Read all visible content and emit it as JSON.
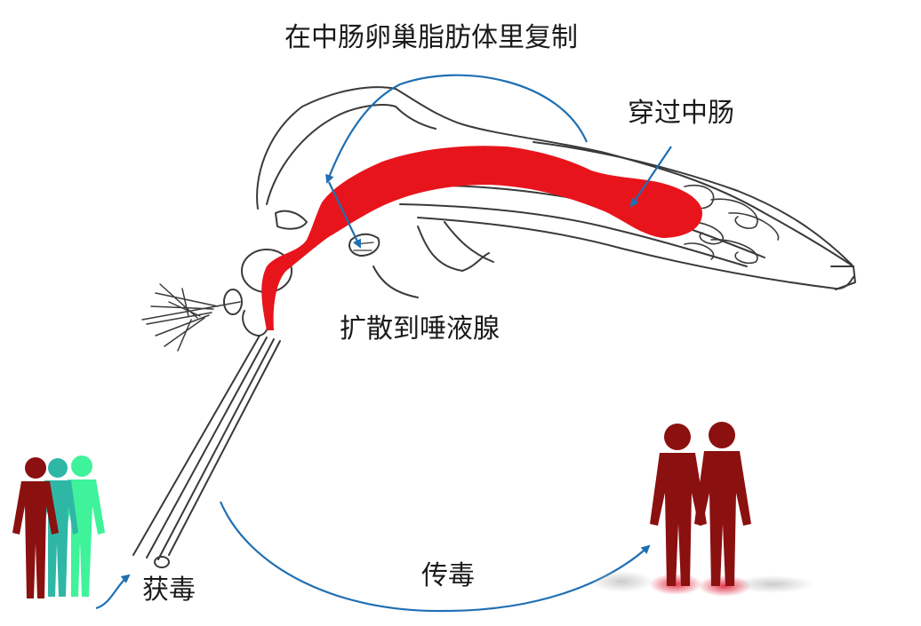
{
  "labels": {
    "replicate": "在中肠卵巢脂肪体里复制",
    "pass_midgut": "穿过中肠",
    "diffuse_salivary": "扩散到唾液腺",
    "transmit": "传毒",
    "acquire": "获毒"
  },
  "colors": {
    "outline": "#3a3a3a",
    "gut": "#e8141c",
    "arrow": "#1f6fb2",
    "person_dark_red": "#8b1010",
    "person_teal": "#2fb7a6",
    "person_green": "#3ff39a",
    "text": "#1a1a1a"
  },
  "icons": {
    "mosquito": "mosquito-icon",
    "person": "person-icon"
  }
}
